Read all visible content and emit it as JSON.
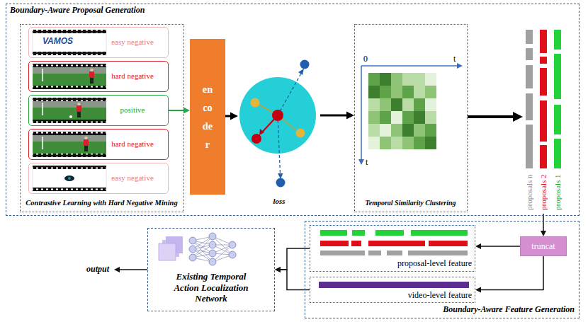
{
  "diagram": {
    "nodes": [
      {
        "text": [
          "Boundary-Aware Proposal Generation"
        ]
      },
      {
        "text": [
          "Contrastive Learning with Hard Negative Mining"
        ],
        "in": 0
      },
      {
        "text": [
          "easy negative"
        ],
        "in": 1
      },
      {
        "text": [
          "hard negative"
        ],
        "in": 1
      },
      {
        "text": [
          "positive"
        ],
        "in": 1
      },
      {
        "text": [
          "hard negative"
        ],
        "in": 1
      },
      {
        "text": [
          "easy negative"
        ],
        "in": 1
      },
      {
        "text": [
          "encoder"
        ],
        "in": 0
      },
      {
        "text": [
          "loss"
        ],
        "in": 0
      },
      {
        "text": [
          "Temporal Similarity Clustering"
        ],
        "in": 0
      },
      {
        "text": [
          "proposals n"
        ],
        "in": 0
      },
      {
        "text": [
          "proposals 2"
        ],
        "in": 0
      },
      {
        "text": [
          "proposals 1"
        ],
        "in": 0
      },
      {
        "text": [
          "Boundary-Aware Feature Generation"
        ]
      },
      {
        "text": [
          "proposal-level feature"
        ],
        "in": 13
      },
      {
        "text": [
          "video-level feature"
        ],
        "in": 13
      },
      {
        "text": [
          "truncat"
        ],
        "in": 13
      },
      {
        "text": [
          "Existing Temporal Action Localization Network"
        ]
      },
      {
        "text": [
          "output"
        ]
      }
    ],
    "edges": [
      {
        "from": 4,
        "to": 7,
        "arrow": "to"
      },
      {
        "from": 7,
        "to": 8,
        "arrow": "to"
      },
      {
        "from": 8,
        "to": 9,
        "arrow": "to"
      },
      {
        "from": 9,
        "to": 10,
        "arrow": "to"
      },
      {
        "from": 11,
        "to": 16,
        "arrow": "to"
      },
      {
        "from": 16,
        "to": 14,
        "arrow": "to"
      },
      {
        "from": 16,
        "to": 15,
        "arrow": "to"
      },
      {
        "from": 14,
        "to": 17,
        "arrow": "to"
      },
      {
        "from": 15,
        "to": 17,
        "arrow": "to"
      },
      {
        "from": 17,
        "to": 18,
        "arrow": "to"
      }
    ],
    "labels": [
      "VAMOS",
      "0",
      "t",
      "t"
    ]
  }
}
